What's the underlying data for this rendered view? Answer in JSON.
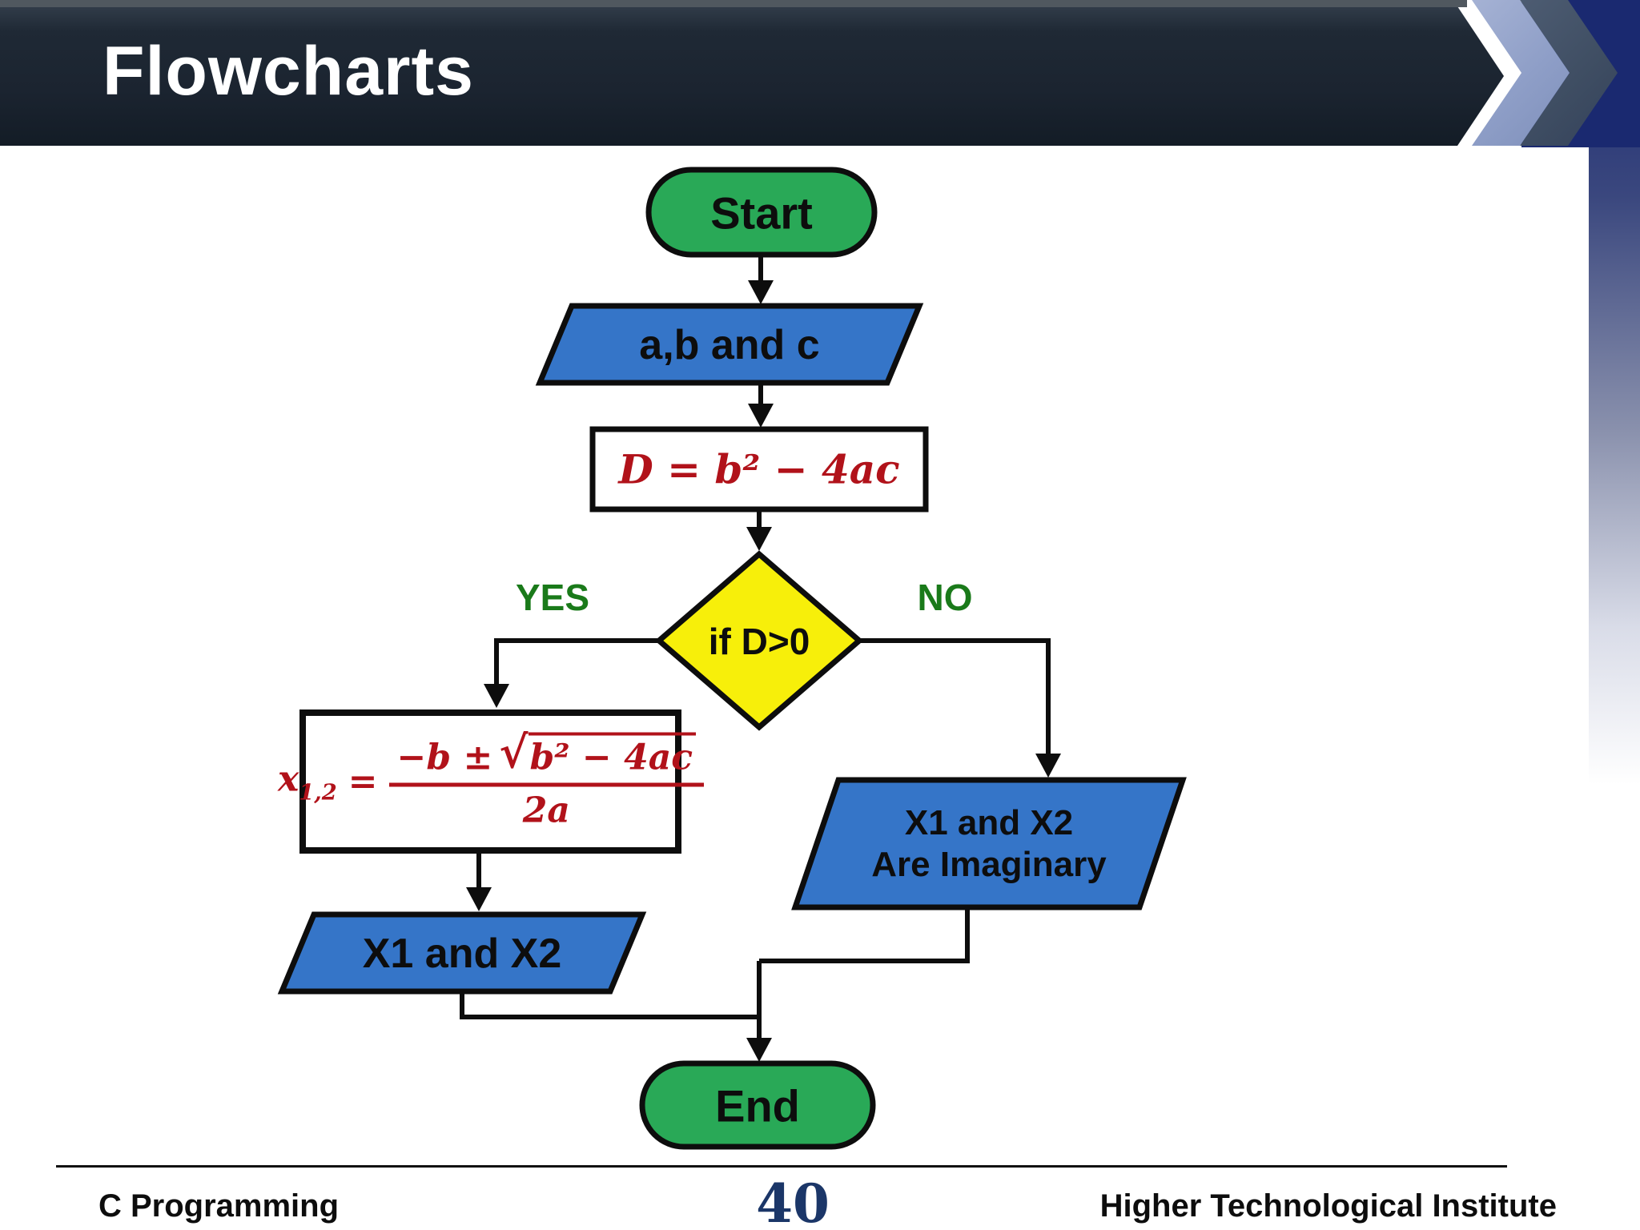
{
  "header": {
    "title": "Flowcharts"
  },
  "flowchart": {
    "start_label": "Start",
    "input_label": "a,b and c",
    "discriminant_formula": "D = b² − 4ac",
    "decision_label": "if D>0",
    "yes_label": "YES",
    "no_label": "NO",
    "solution_formula": {
      "variable": "x",
      "subscript": "1,2",
      "equals": "=",
      "numerator_prefix": "−b ±",
      "radical_sign": "√",
      "radicand": "b² − 4ac",
      "denominator": "2a"
    },
    "roots_output_label": "X1 and X2",
    "imaginary_output_line1": "X1 and X2",
    "imaginary_output_line2": "Are Imaginary",
    "end_label": "End"
  },
  "footer": {
    "course": "C Programming",
    "page_number": "40",
    "institution": "Higher Technological Institute"
  },
  "colors": {
    "terminal_green": "#29a957",
    "io_blue": "#3575c8",
    "decision_yellow": "#f7ef0a",
    "process_white": "#ffffff",
    "math_red": "#b1121a",
    "branch_green": "#1a7a1a",
    "header_dark": "#1b2430",
    "corner_navy": "#1a2970",
    "page_num_navy": "#1b3668"
  }
}
